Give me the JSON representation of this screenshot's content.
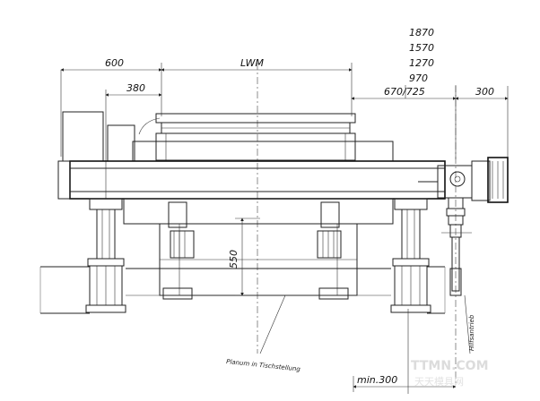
{
  "dimensions": {
    "d1870": "1870",
    "d1570": "1570",
    "d1270": "1270",
    "d970": "970",
    "d600": "600",
    "lwm": "LWM",
    "d380": "380",
    "d670": "670/725",
    "d300": "300",
    "d550": "550",
    "min300": "min.300"
  },
  "notes": {
    "floor_note": "Planum in Tischstellung",
    "drive_note": "Hilfsantrieb"
  },
  "watermark": {
    "site": "TTMN.COM",
    "cn": "天天模具网"
  }
}
